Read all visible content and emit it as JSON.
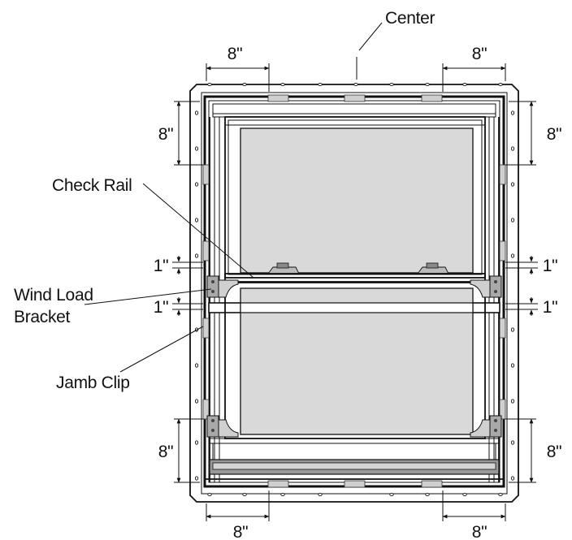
{
  "labels": {
    "center": "Center",
    "check_rail": "Check Rail",
    "wind_load_bracket_line1": "Wind Load",
    "wind_load_bracket_line2": "Bracket",
    "jamb_clip": "Jamb Clip"
  },
  "dimensions": {
    "top_left": "8\"",
    "top_right": "8\"",
    "left_upper": "8\"",
    "right_upper": "8\"",
    "left_check_upper": "1\"",
    "left_check_lower": "1\"",
    "right_check_upper": "1\"",
    "right_check_lower": "1\"",
    "left_lower": "8\"",
    "right_lower": "8\"",
    "bottom_left": "8\"",
    "bottom_right": "8\""
  },
  "colors": {
    "line": "#111111",
    "glass": "#d9d9d9",
    "clip": "#cfcfcf",
    "bracket": "#a9a9a9"
  }
}
